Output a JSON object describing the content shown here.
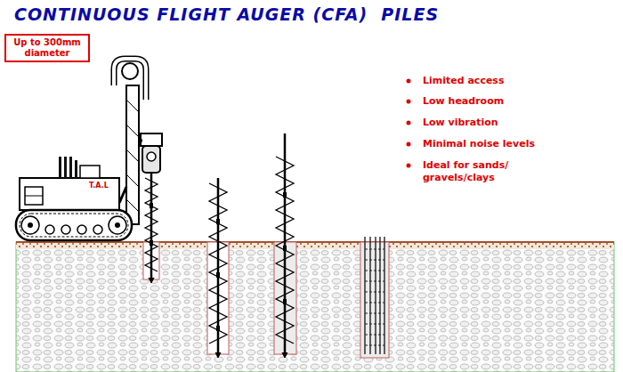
{
  "diagram": {
    "title": "CONTINUOUS FLIGHT AUGER (CFA)  PILES",
    "nodes": [
      {
        "text": [
          "Up to 300mm diameter"
        ]
      }
    ],
    "labels": [
      "Limited access",
      "Low headroom",
      "Low vibration",
      "Minimal noise levels",
      "Ideal for sands/ gravels/clays",
      "T.A.L"
    ]
  }
}
